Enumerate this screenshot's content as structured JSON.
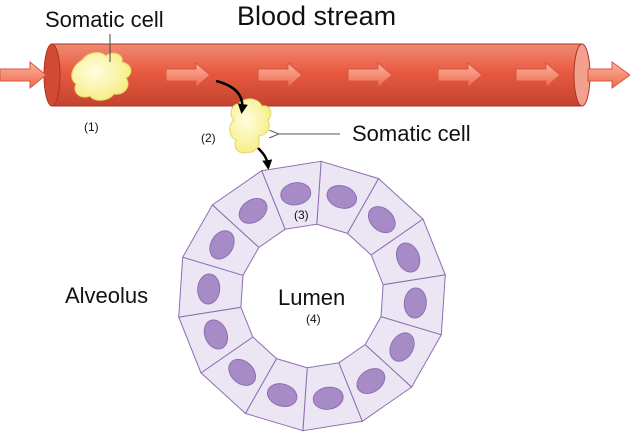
{
  "diagram": {
    "labels": {
      "blood_stream": "Blood stream",
      "somatic_cell_top": "Somatic cell",
      "somatic_cell_right": "Somatic cell",
      "alveolus": "Alveolus",
      "lumen": "Lumen"
    },
    "steps": {
      "one": "(1)",
      "two": "(2)",
      "three": "(3)",
      "four": "(4)"
    },
    "alveolus_cell_count": 14,
    "colors": {
      "vessel": "#e95c42",
      "vessel_edge": "#a83524",
      "arrow": "#f27a5f",
      "somatic_cell": "#fbf59a",
      "epithelial_cell": "#ece6f4",
      "nucleus": "#a78bc6",
      "cell_edge": "#8c6fb0"
    }
  }
}
